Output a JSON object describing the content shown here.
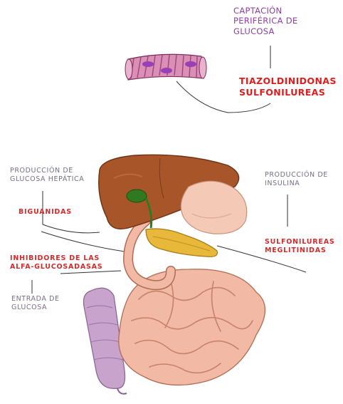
{
  "title": "",
  "labels": {
    "captacion": "CAPTACIÓN\nPERIFÉRICA DE\nGLUCOSA",
    "tiazol_sulfonil": "TIAZOLDINIDONAS\nSULFONILUREAS",
    "produccion_hepatica": "PRODUCCIÓN DE\nGLUCOSA HEPÁTICA",
    "biguanidas": "BIGUANIDAS",
    "produccion_insulina": "PRODUCCIÓN DE\nINSULINA",
    "sulfonil_meglit": "SULFONILUREAS\nMEGLITINIDAS",
    "inhibidores": "INHIBIDORES DE LAS\nALFA-GLUCOSADASAS",
    "entrada": "ENTRADA DE\nGLUCOSA"
  },
  "colors": {
    "label_purple": "#8e3ea6",
    "label_grey": "#7a6e86",
    "drug_red": "#e01c1c",
    "liver": "#a8552a",
    "gallbladder": "#2f7a1e",
    "stomach": "#f4c9b6",
    "pancreas": "#e8b83a",
    "small_intestine": "#f2b9a4",
    "colon": "#c8a3cc",
    "muscle": "#c77aa6"
  },
  "icons": [
    "muscle-fiber-icon",
    "liver-icon",
    "gallbladder-icon",
    "stomach-icon",
    "pancreas-icon",
    "small-intestine-icon",
    "colon-icon"
  ]
}
